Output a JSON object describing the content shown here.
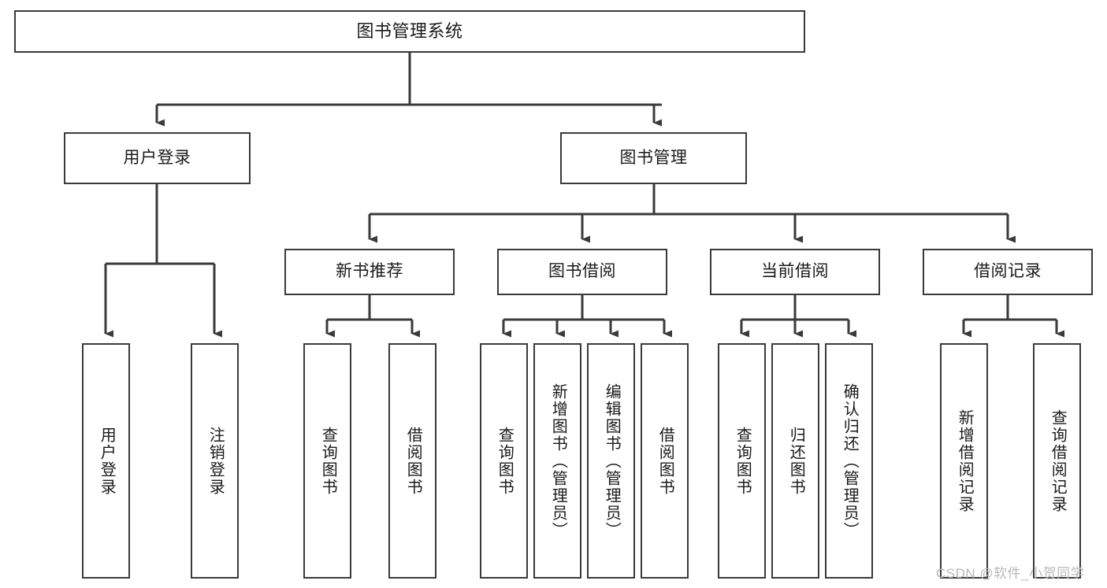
{
  "diagram": {
    "title": "图书管理系统",
    "type": "tree-structure-chart",
    "stroke_color": "#3a3a3a",
    "background_color": "#ffffff",
    "text_color": "#1a1a1a"
  },
  "nodes": {
    "root": {
      "label": "图书管理系统",
      "level": 1,
      "orientation": "horizontal"
    },
    "level2": [
      {
        "id": "user-login",
        "label": "用户登录",
        "orientation": "horizontal"
      },
      {
        "id": "book-management",
        "label": "图书管理",
        "orientation": "horizontal"
      }
    ],
    "level3": [
      {
        "id": "new-book-recommend",
        "label": "新书推荐",
        "orientation": "horizontal",
        "parent": "book-management"
      },
      {
        "id": "book-borrow",
        "label": "图书借阅",
        "orientation": "horizontal",
        "parent": "book-management"
      },
      {
        "id": "current-borrow",
        "label": "当前借阅",
        "orientation": "horizontal",
        "parent": "book-management"
      },
      {
        "id": "borrow-record",
        "label": "借阅记录",
        "orientation": "horizontal",
        "parent": "book-management"
      }
    ],
    "leaves": [
      {
        "id": "leaf-user-login",
        "label": "用户登录",
        "parent": "user-login"
      },
      {
        "id": "leaf-user-logout",
        "label": "注销登录",
        "parent": "user-login"
      },
      {
        "id": "leaf-query-book-1",
        "label": "查询图书",
        "parent": "new-book-recommend"
      },
      {
        "id": "leaf-borrow-book-1",
        "label": "借阅图书",
        "parent": "new-book-recommend"
      },
      {
        "id": "leaf-query-book-2",
        "label": "查询图书",
        "parent": "book-borrow"
      },
      {
        "id": "leaf-add-book",
        "label": "新增图书（管理员）",
        "parent": "book-borrow"
      },
      {
        "id": "leaf-edit-book",
        "label": "编辑图书（管理员）",
        "parent": "book-borrow"
      },
      {
        "id": "leaf-borrow-book-2",
        "label": "借阅图书",
        "parent": "book-borrow"
      },
      {
        "id": "leaf-query-book-3",
        "label": "查询图书",
        "parent": "current-borrow"
      },
      {
        "id": "leaf-return-book",
        "label": "归还图书",
        "parent": "current-borrow"
      },
      {
        "id": "leaf-confirm-return",
        "label": "确认归还（管理员）",
        "parent": "current-borrow"
      },
      {
        "id": "leaf-add-record",
        "label": "新增借阅记录",
        "parent": "borrow-record"
      },
      {
        "id": "leaf-query-record",
        "label": "查询借阅记录",
        "parent": "borrow-record"
      }
    ]
  },
  "watermark": {
    "text": "CSDN @软件_小贺同学"
  }
}
